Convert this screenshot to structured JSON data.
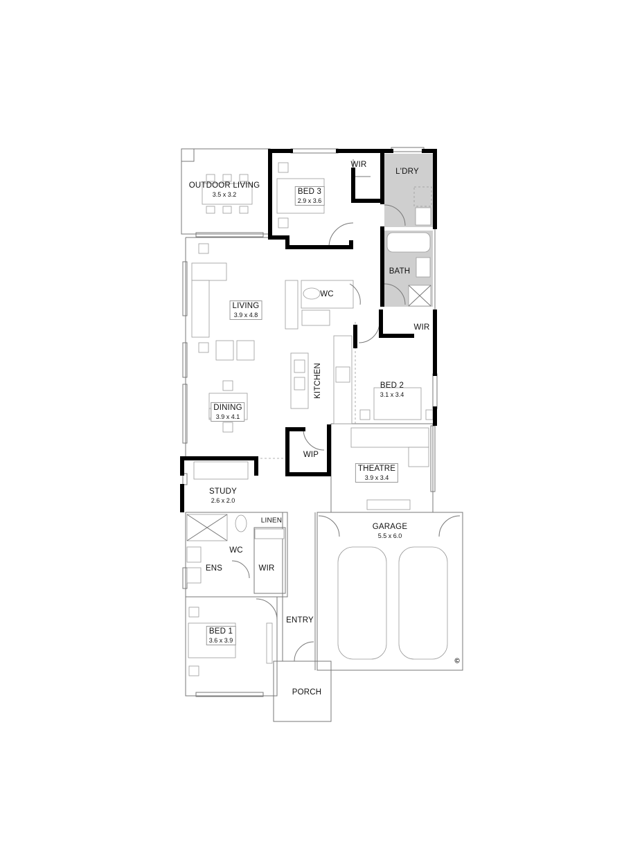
{
  "rooms": {
    "outdoor_living": {
      "name": "OUTDOOR LIVING",
      "size": "3.5 x 3.2"
    },
    "bed3": {
      "name": "BED 3",
      "size": "2.9 x 3.6"
    },
    "wir_bed3": {
      "name": "WIR"
    },
    "laundry": {
      "name": "L'DRY"
    },
    "bath": {
      "name": "BATH"
    },
    "wc_main": {
      "name": "WC"
    },
    "living": {
      "name": "LIVING",
      "size": "3.9 x 4.8"
    },
    "wir_bed2": {
      "name": "WIR"
    },
    "kitchen": {
      "name": "KITCHEN"
    },
    "bed2": {
      "name": "BED 2",
      "size": "3.1 x 3.4"
    },
    "dining": {
      "name": "DINING",
      "size": "3.9 x 4.1"
    },
    "wip": {
      "name": "WIP"
    },
    "theatre": {
      "name": "THEATRE",
      "size": "3.9 x 3.4"
    },
    "study": {
      "name": "STUDY",
      "size": "2.6 x 2.0"
    },
    "linen": {
      "name": "LINEN"
    },
    "garage": {
      "name": "GARAGE",
      "size": "5.5 x 6.0"
    },
    "wc_ens": {
      "name": "WC"
    },
    "ens": {
      "name": "ENS"
    },
    "wir_bed1": {
      "name": "WIR"
    },
    "entry": {
      "name": "ENTRY"
    },
    "bed1": {
      "name": "BED 1",
      "size": "3.6 x 3.9"
    },
    "porch": {
      "name": "PORCH"
    }
  },
  "copyright_symbol": "©",
  "colors": {
    "wall": "#000000",
    "wet_area": "#cfcfcf",
    "fixture_line": "#999999"
  }
}
